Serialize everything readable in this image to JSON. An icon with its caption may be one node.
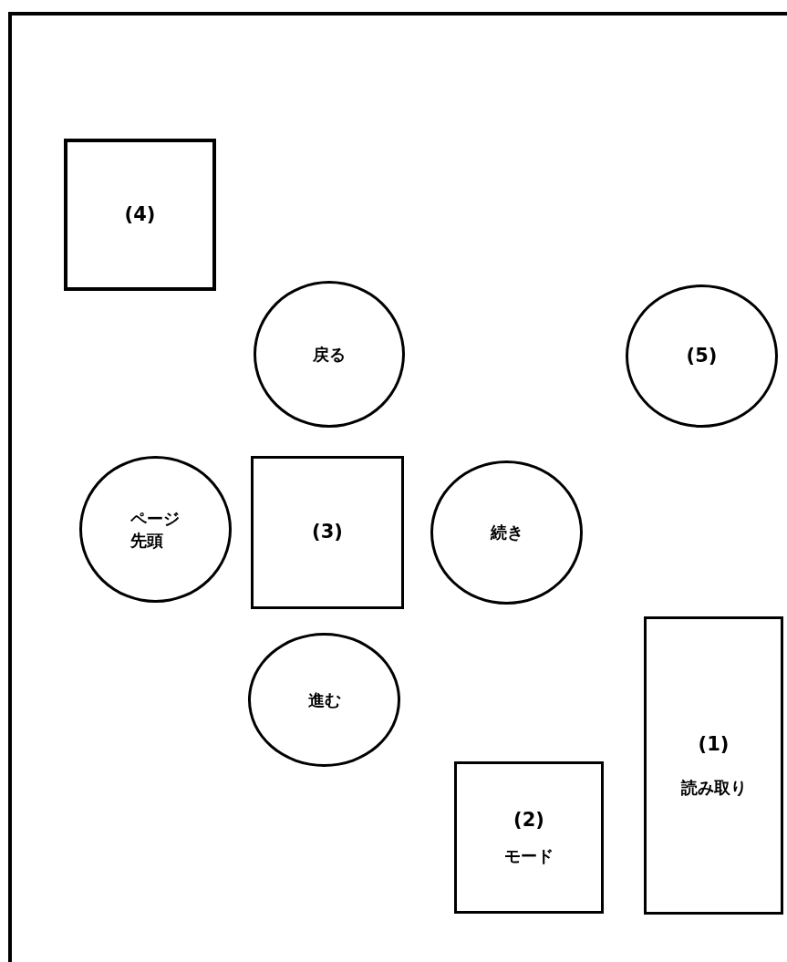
{
  "diagram": {
    "nodes": [
      {
        "text": [],
        "shape": "box"
      },
      {
        "text": [
          "(4)"
        ],
        "in": 0
      },
      {
        "text": [
          "戻る"
        ],
        "in": 0
      },
      {
        "text": [
          "(5)"
        ],
        "in": 0
      },
      {
        "text": [
          "ページ先頭"
        ],
        "in": 0
      },
      {
        "text": [
          "(3)"
        ],
        "in": 0
      },
      {
        "text": [
          "続き"
        ],
        "in": 0
      },
      {
        "text": [
          "進む"
        ],
        "in": 0
      },
      {
        "text": [
          "(1)",
          "読み取り"
        ],
        "in": 0
      },
      {
        "text": [
          "(2)",
          "モード"
        ],
        "in": 0
      }
    ]
  }
}
